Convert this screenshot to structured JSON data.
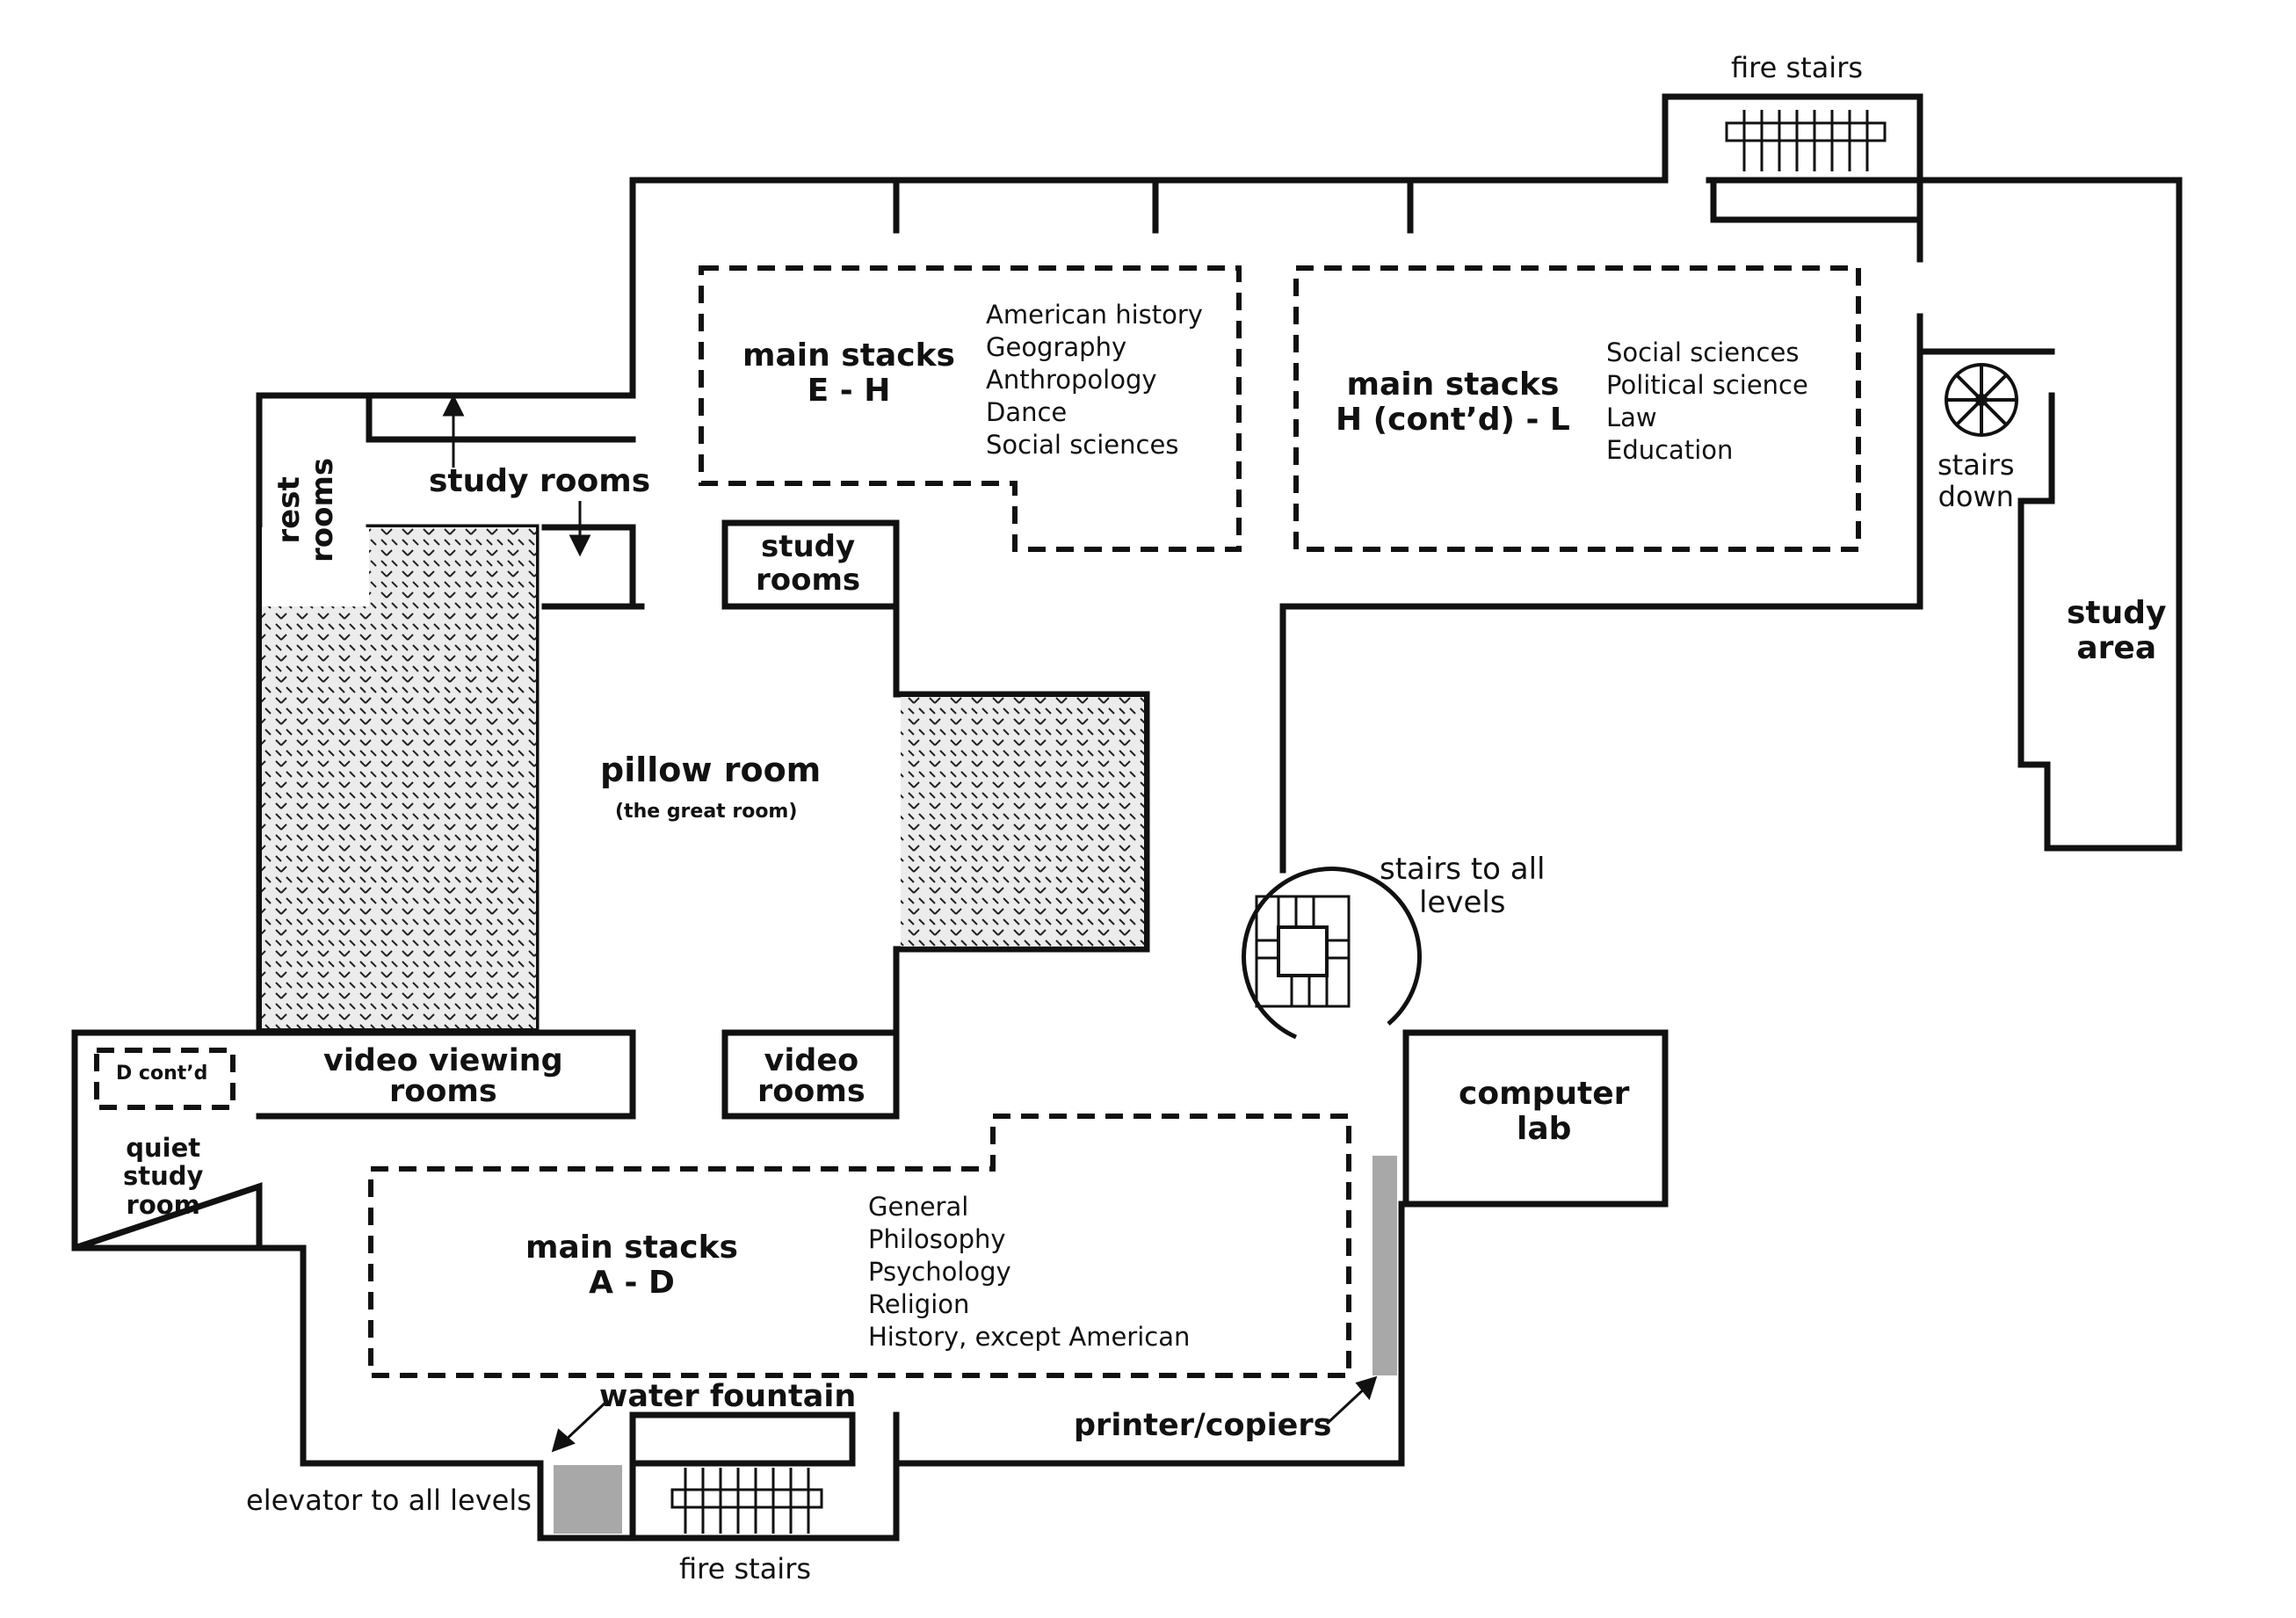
{
  "colors": {
    "ink": "#111111",
    "hatch_bg": "#ececec",
    "gray_fill": "#a8a8a8",
    "background": "#ffffff"
  },
  "icons": {
    "spiral_stairs": "spiral-staircase-icon",
    "main_stairs": "square-staircase-icon",
    "fire_stairs": "straight-staircase-icon",
    "elevator": "elevator-block",
    "printer": "printer-bar"
  },
  "labels": {
    "fire_stairs_top": "fire stairs",
    "fire_stairs_bottom": "fire stairs",
    "study_rooms_top": "study rooms",
    "rest_rooms": "rest\nrooms",
    "study_rooms_mid": "study\nrooms",
    "pillow_room": "pillow room",
    "pillow_room_sub": "(the great room)",
    "stairs_down": "stairs\ndown",
    "study_area": "study\narea",
    "stairs_all_levels": "stairs to all\nlevels",
    "computer_lab": "computer\nlab",
    "video_viewing_rooms": "video viewing\nrooms",
    "video_rooms": "video\nrooms",
    "d_contd": "D cont’d",
    "quiet_study_room": "quiet\nstudy\nroom",
    "water_fountain": "water fountain",
    "printer_copiers": "printer/copiers",
    "elevator": "elevator to all levels"
  },
  "stacks": [
    {
      "title": "main stacks\nE - H",
      "subjects": [
        "American history",
        "Geography",
        "Anthropology",
        "Dance",
        "Social sciences"
      ]
    },
    {
      "title": "main stacks\nH (cont’d) - L",
      "subjects": [
        "Social sciences",
        "Political science",
        "Law",
        "Education"
      ]
    },
    {
      "title": "main stacks\nA - D",
      "subjects": [
        "General",
        "Philosophy",
        "Psychology",
        "Religion",
        "History, except American"
      ]
    }
  ]
}
